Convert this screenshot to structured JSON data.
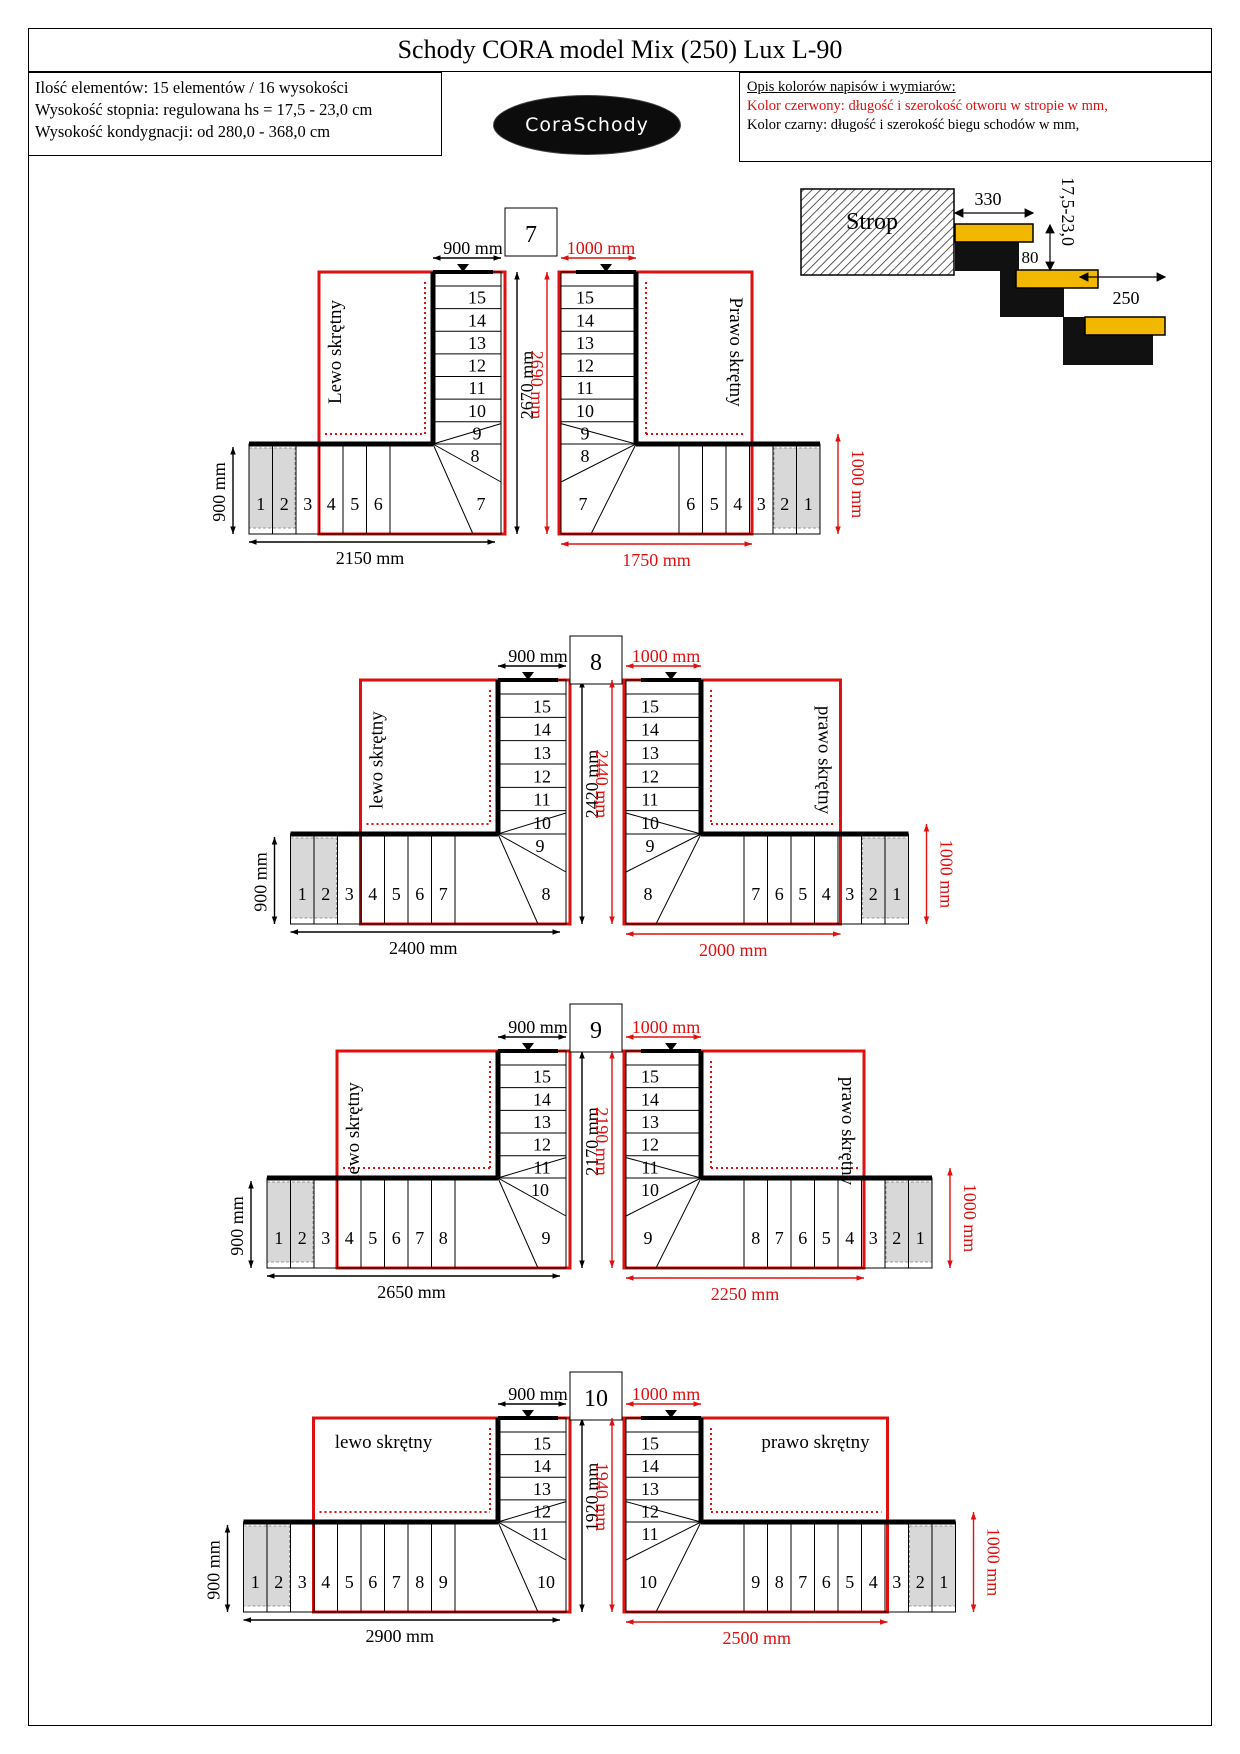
{
  "title": "Schody CORA model Mix (250) Lux L-90",
  "info": [
    "Ilość elementów: 15 elementów / 16 wysokości",
    "Wysokość stopnia: regulowana  hs = 17,5 - 23,0 cm",
    "Wysokość kondygnacji: od 280,0 - 368,0 cm"
  ],
  "logo": "CoraSchody",
  "legend": {
    "heading": "Opis kolorów napisów i wymiarów:",
    "red_line": "Kolor czerwony: długość i szerokość otworu w stropie w mm,",
    "black_line": "Kolor czarny: długość i szerokość biegu schodów w mm,"
  },
  "detail": {
    "strop": "Strop",
    "tread": "330",
    "rise": "17,5-23,0",
    "thickness": "80",
    "going": "250"
  },
  "colors": {
    "red": "#e01010",
    "yellow": "#f2b800",
    "grey": "#d8d8d8"
  },
  "diagrams": [
    {
      "id": "7",
      "width_left": "900 mm",
      "width_right": "1000 mm",
      "len_black": "2670 mm",
      "len_red": "2690 mm",
      "left_label": "Lewo skrętny",
      "right_label": "Prawo skrętny",
      "side_left": "900 mm",
      "side_right": "1000 mm",
      "bottom_left": "2150 mm",
      "bottom_right": "1750 mm",
      "left_bottom_steps": [
        "1",
        "2",
        "3",
        "4",
        "5",
        "6"
      ],
      "left_mid": [
        "8"
      ],
      "left_corner": "7",
      "right_bottom_steps": [
        "6",
        "5",
        "4",
        "3",
        "2",
        "1"
      ],
      "right_mid": [
        "8"
      ],
      "right_corner": "7",
      "vert_steps": [
        "15",
        "14",
        "13",
        "12",
        "11",
        "10",
        "9"
      ]
    },
    {
      "id": "8",
      "width_left": "900 mm",
      "width_right": "1000 mm",
      "len_black": "2420 mm",
      "len_red": "2440 mm",
      "left_label": "lewo skrętny",
      "right_label": "prawo skrętny",
      "side_left": "900 mm",
      "side_right": "1000 mm",
      "bottom_left": "2400 mm",
      "bottom_right": "2000 mm",
      "left_bottom_steps": [
        "1",
        "2",
        "3",
        "4",
        "5",
        "6",
        "7"
      ],
      "left_mid": [
        "9"
      ],
      "left_corner": "8",
      "right_bottom_steps": [
        "7",
        "6",
        "5",
        "4",
        "3",
        "2",
        "1"
      ],
      "right_mid": [
        "9"
      ],
      "right_corner": "8",
      "vert_steps": [
        "15",
        "14",
        "13",
        "12",
        "11",
        "10"
      ]
    },
    {
      "id": "9",
      "width_left": "900 mm",
      "width_right": "1000 mm",
      "len_black": "2170 mm",
      "len_red": "2190 mm",
      "left_label": "lewo skrętny",
      "right_label": "prawo skrętny",
      "side_left": "900 mm",
      "side_right": "1000 mm",
      "bottom_left": "2650 mm",
      "bottom_right": "2250 mm",
      "left_bottom_steps": [
        "1",
        "2",
        "3",
        "4",
        "5",
        "6",
        "7",
        "8"
      ],
      "left_mid": [
        "10"
      ],
      "left_corner": "9",
      "right_bottom_steps": [
        "8",
        "7",
        "6",
        "5",
        "4",
        "3",
        "2",
        "1"
      ],
      "right_mid": [
        "10"
      ],
      "right_corner": "9",
      "vert_steps": [
        "15",
        "14",
        "13",
        "12",
        "11"
      ]
    },
    {
      "id": "10",
      "width_left": "900 mm",
      "width_right": "1000 mm",
      "len_black": "1920 mm",
      "len_red": "1940 mm",
      "left_label": "lewo skrętny",
      "right_label": "prawo skrętny",
      "side_left": "900 mm",
      "side_right": "1000 mm",
      "bottom_left": "2900 mm",
      "bottom_right": "2500 mm",
      "left_bottom_steps": [
        "1",
        "2",
        "3",
        "4",
        "5",
        "6",
        "7",
        "8",
        "9"
      ],
      "left_mid": [
        "11"
      ],
      "left_corner": "10",
      "right_bottom_steps": [
        "9",
        "8",
        "7",
        "6",
        "5",
        "4",
        "3",
        "2",
        "1"
      ],
      "right_mid": [
        "11"
      ],
      "right_corner": "10",
      "vert_steps": [
        "15",
        "14",
        "13",
        "12"
      ]
    }
  ]
}
